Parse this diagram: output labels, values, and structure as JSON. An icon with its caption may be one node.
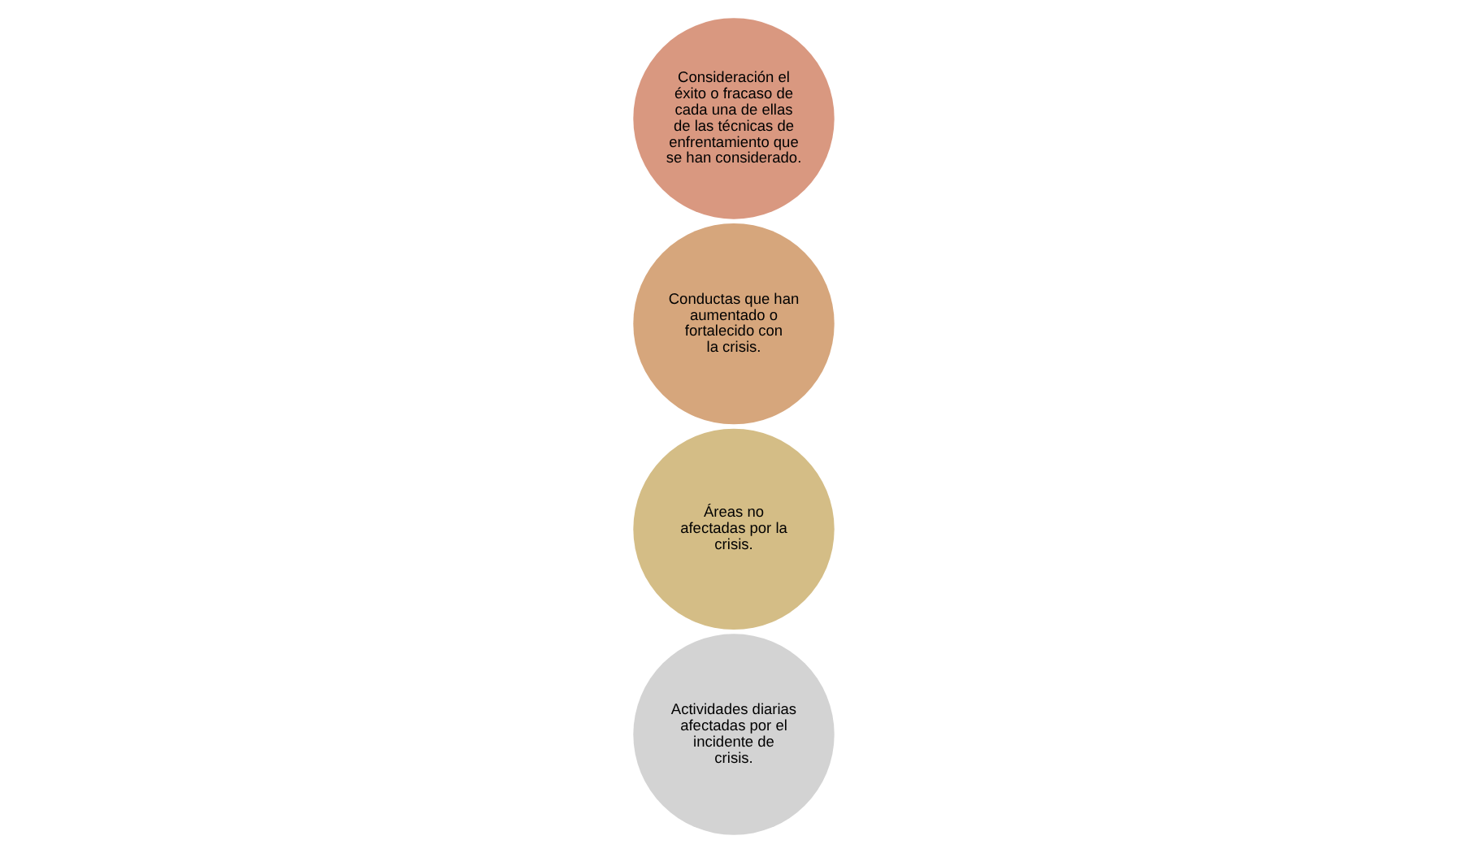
{
  "diagram": {
    "nodes": [
      {
        "text": [
          "Actividades diarias afectadas por el incidente de crisis."
        ]
      },
      {
        "text": [
          "Áreas no afectadas por la crisis."
        ]
      },
      {
        "text": [
          "Conductas que han aumentado o fortalecido con la crisis."
        ]
      },
      {
        "text": [
          "Consideración el éxito o fracaso de cada una de ellas de las técnicas de enfrentamiento que se han considerado."
        ]
      }
    ]
  }
}
